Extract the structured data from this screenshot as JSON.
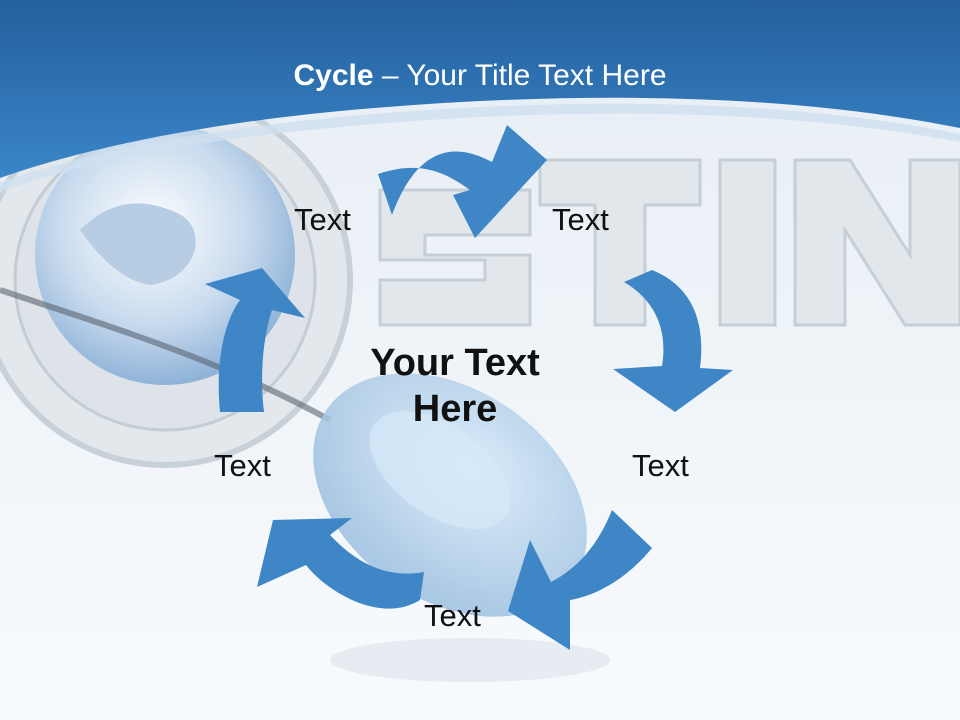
{
  "slide": {
    "title_bold": "Cycle",
    "title_rest": " – Your Title Text Here",
    "center_text": "Your Text Here",
    "labels": [
      "Text",
      "Text",
      "Text",
      "Text",
      "Text"
    ]
  },
  "colors": {
    "header_blue": "#2d74b6",
    "arrow_blue": "#3f86c6",
    "background": "#f3f7fb"
  }
}
